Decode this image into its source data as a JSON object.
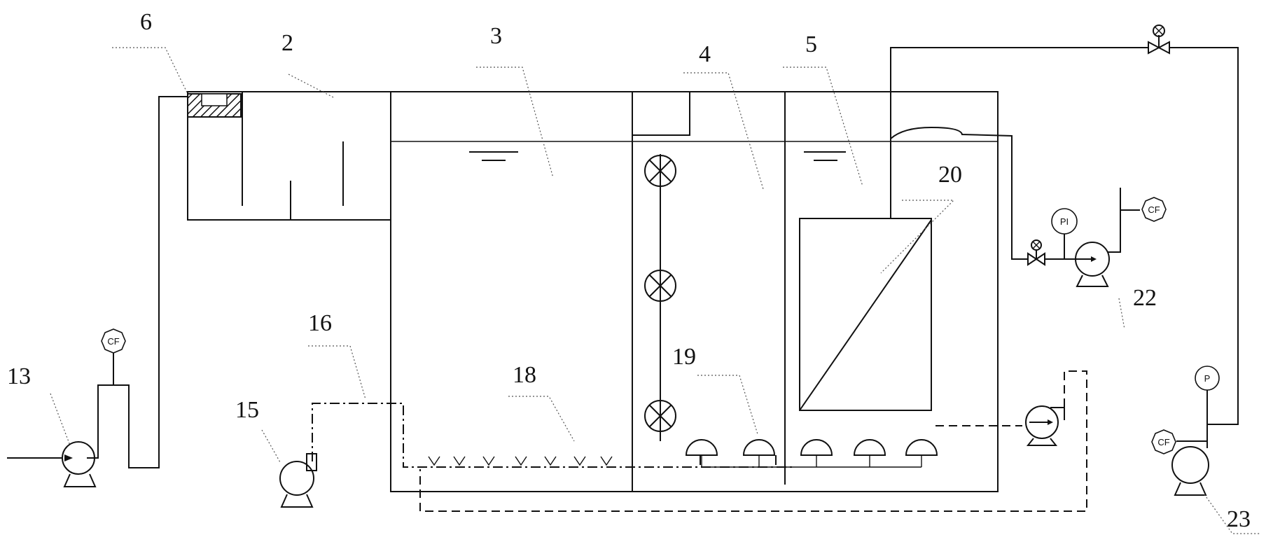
{
  "labels": {
    "l2": "2",
    "l3": "3",
    "l4": "4",
    "l5": "5",
    "l6": "6",
    "l13": "13",
    "l15": "15",
    "l16": "16",
    "l18": "18",
    "l19": "19",
    "l20": "20",
    "l22": "22",
    "l23": "23"
  },
  "instruments": {
    "cf": "CF",
    "pi": "PI",
    "p": "P"
  }
}
